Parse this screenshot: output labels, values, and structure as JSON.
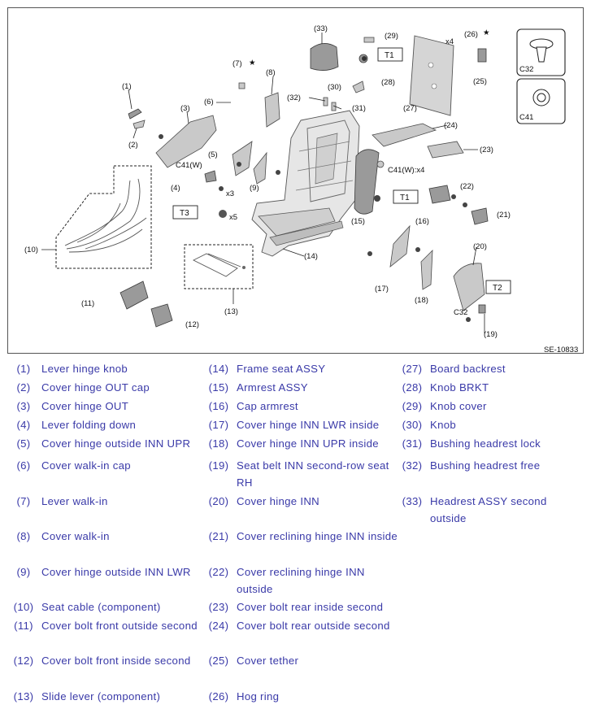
{
  "diagram": {
    "code": "SE-10833",
    "callouts": [
      "(1)",
      "(2)",
      "(3)",
      "(4)",
      "(5)",
      "(6)",
      "(7)",
      "(8)",
      "(9)",
      "(10)",
      "(11)",
      "(12)",
      "(13)",
      "(14)",
      "(15)",
      "(16)",
      "(17)",
      "(18)",
      "(19)",
      "(20)",
      "(21)",
      "(22)",
      "(23)",
      "(24)",
      "(25)",
      "(26)",
      "(27)",
      "(28)",
      "(29)",
      "(30)",
      "(31)",
      "(32)",
      "(33)"
    ],
    "torque_labels": [
      "T1",
      "T1",
      "T2",
      "T3"
    ],
    "clip_labels": [
      "C32",
      "C41"
    ],
    "qty_labels": [
      "x4",
      "x5",
      "x3",
      "x4"
    ],
    "notes": [
      "C41(W)",
      "C41(W):x4",
      "C32"
    ],
    "star": "★"
  },
  "legend": [
    {
      "num": "(1)",
      "text": "Lever hinge knob"
    },
    {
      "num": "(2)",
      "text": "Cover hinge OUT cap"
    },
    {
      "num": "(3)",
      "text": "Cover hinge OUT"
    },
    {
      "num": "(4)",
      "text": "Lever folding down"
    },
    {
      "num": "(5)",
      "text": "Cover hinge outside INN UPR"
    },
    {
      "num": "(6)",
      "text": "Cover walk-in cap"
    },
    {
      "num": "(7)",
      "text": "Lever walk-in"
    },
    {
      "num": "(8)",
      "text": "Cover walk-in"
    },
    {
      "num": "(9)",
      "text": "Cover hinge outside INN LWR"
    },
    {
      "num": "(10)",
      "text": "Seat cable (component)"
    },
    {
      "num": "(11)",
      "text": "Cover bolt front outside second"
    },
    {
      "num": "(12)",
      "text": "Cover bolt front inside second"
    },
    {
      "num": "(13)",
      "text": "Slide lever (component)"
    },
    {
      "num": "(14)",
      "text": "Frame seat ASSY"
    },
    {
      "num": "(15)",
      "text": "Armrest ASSY"
    },
    {
      "num": "(16)",
      "text": "Cap armrest"
    },
    {
      "num": "(17)",
      "text": "Cover hinge INN LWR inside"
    },
    {
      "num": "(18)",
      "text": "Cover hinge INN UPR inside"
    },
    {
      "num": "(19)",
      "text": "Seat belt INN second-row seat RH"
    },
    {
      "num": "(20)",
      "text": "Cover hinge INN"
    },
    {
      "num": "(21)",
      "text": "Cover reclining hinge INN inside"
    },
    {
      "num": "(22)",
      "text": "Cover reclining hinge INN outside"
    },
    {
      "num": "(23)",
      "text": "Cover bolt rear inside second"
    },
    {
      "num": "(24)",
      "text": "Cover bolt rear outside second"
    },
    {
      "num": "(25)",
      "text": "Cover tether"
    },
    {
      "num": "(26)",
      "text": "Hog ring"
    },
    {
      "num": "(27)",
      "text": "Board backrest"
    },
    {
      "num": "(28)",
      "text": "Knob BRKT"
    },
    {
      "num": "(29)",
      "text": "Knob cover"
    },
    {
      "num": "(30)",
      "text": "Knob"
    },
    {
      "num": "(31)",
      "text": "Bushing headrest lock"
    },
    {
      "num": "(32)",
      "text": "Bushing headrest free"
    },
    {
      "num": "(33)",
      "text": "Headrest ASSY second outside"
    }
  ]
}
